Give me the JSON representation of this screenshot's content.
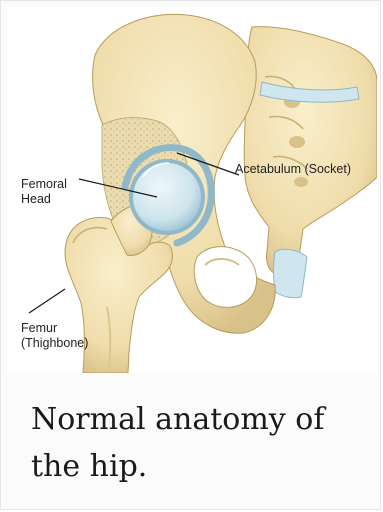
{
  "figure": {
    "labels": {
      "femoral_head": "Femoral\nHead",
      "acetabulum": "Acetabulum (Socket)",
      "femur": "Femur\n(Thighbone)"
    },
    "caption": "Normal anatomy of the hip."
  },
  "colors": {
    "bone": "#f2e3b3",
    "bone_shadow": "#dcc68c",
    "bone_outline": "#b69c5e",
    "cartilage": "#cfe6ee",
    "cartilage_rim": "#8fb8c9",
    "cancellous": "#e6d6a6",
    "text": "#222222"
  }
}
